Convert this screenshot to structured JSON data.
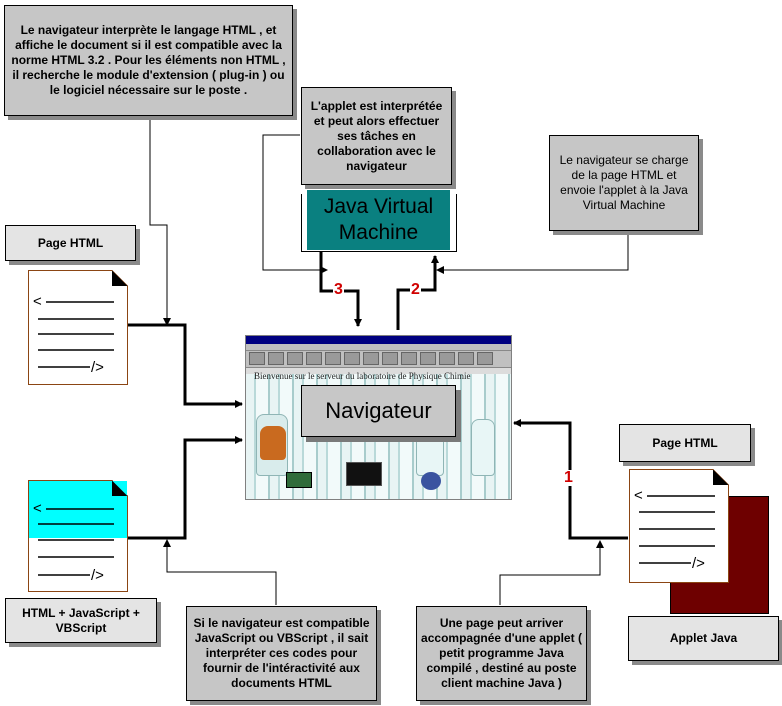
{
  "notes": {
    "top_left": "Le navigateur interprète le langage HTML , et affiche le document si il est compatible avec la norme HTML 3.2 . Pour les éléments non HTML , il recherche le module d'extension ( plug-in ) ou le logiciel nécessaire sur le poste .",
    "applet": "L'applet est interprétée et peut alors effectuer ses tâches en collaboration avec le navigateur",
    "right_top": "Le navigateur se charge de la page HTML et envoie l'applet à la Java Virtual Machine",
    "bottom_mid": "Si le navigateur est compatible JavaScript ou VBScript , il sait interpréter ces codes pour fournir de l'intéractivité aux documents HTML",
    "bottom_right": "Une page peut arriver accompagnée d'une applet ( petit programme Java compilé , destiné au poste client machine Java )"
  },
  "labels": {
    "page_html_left": "Page HTML",
    "page_html_right": "Page HTML",
    "html_js_vbs": "HTML + JavaScript + VBScript",
    "applet_java": "Applet Java",
    "jvm": "Java Virtual Machine",
    "navigateur": "Navigateur",
    "step_1": "1",
    "step_2": "2",
    "step_3": "3"
  },
  "doc_glyphs": {
    "open_tag": "<",
    "close_tag": "/>"
  },
  "browser_screenshot": {
    "welcome": "Bienvenue sur le serveur du laboratoire de Physique Chimie"
  },
  "colors": {
    "note_gray": "#c6c6c6",
    "label_gray": "#e4e4e4",
    "jvm_teal": "#0a8080",
    "applet_dark_red": "#6e0000",
    "doc_cyan": "#00ffff",
    "step_red": "#d00000",
    "doc_border": "#8b4513"
  }
}
